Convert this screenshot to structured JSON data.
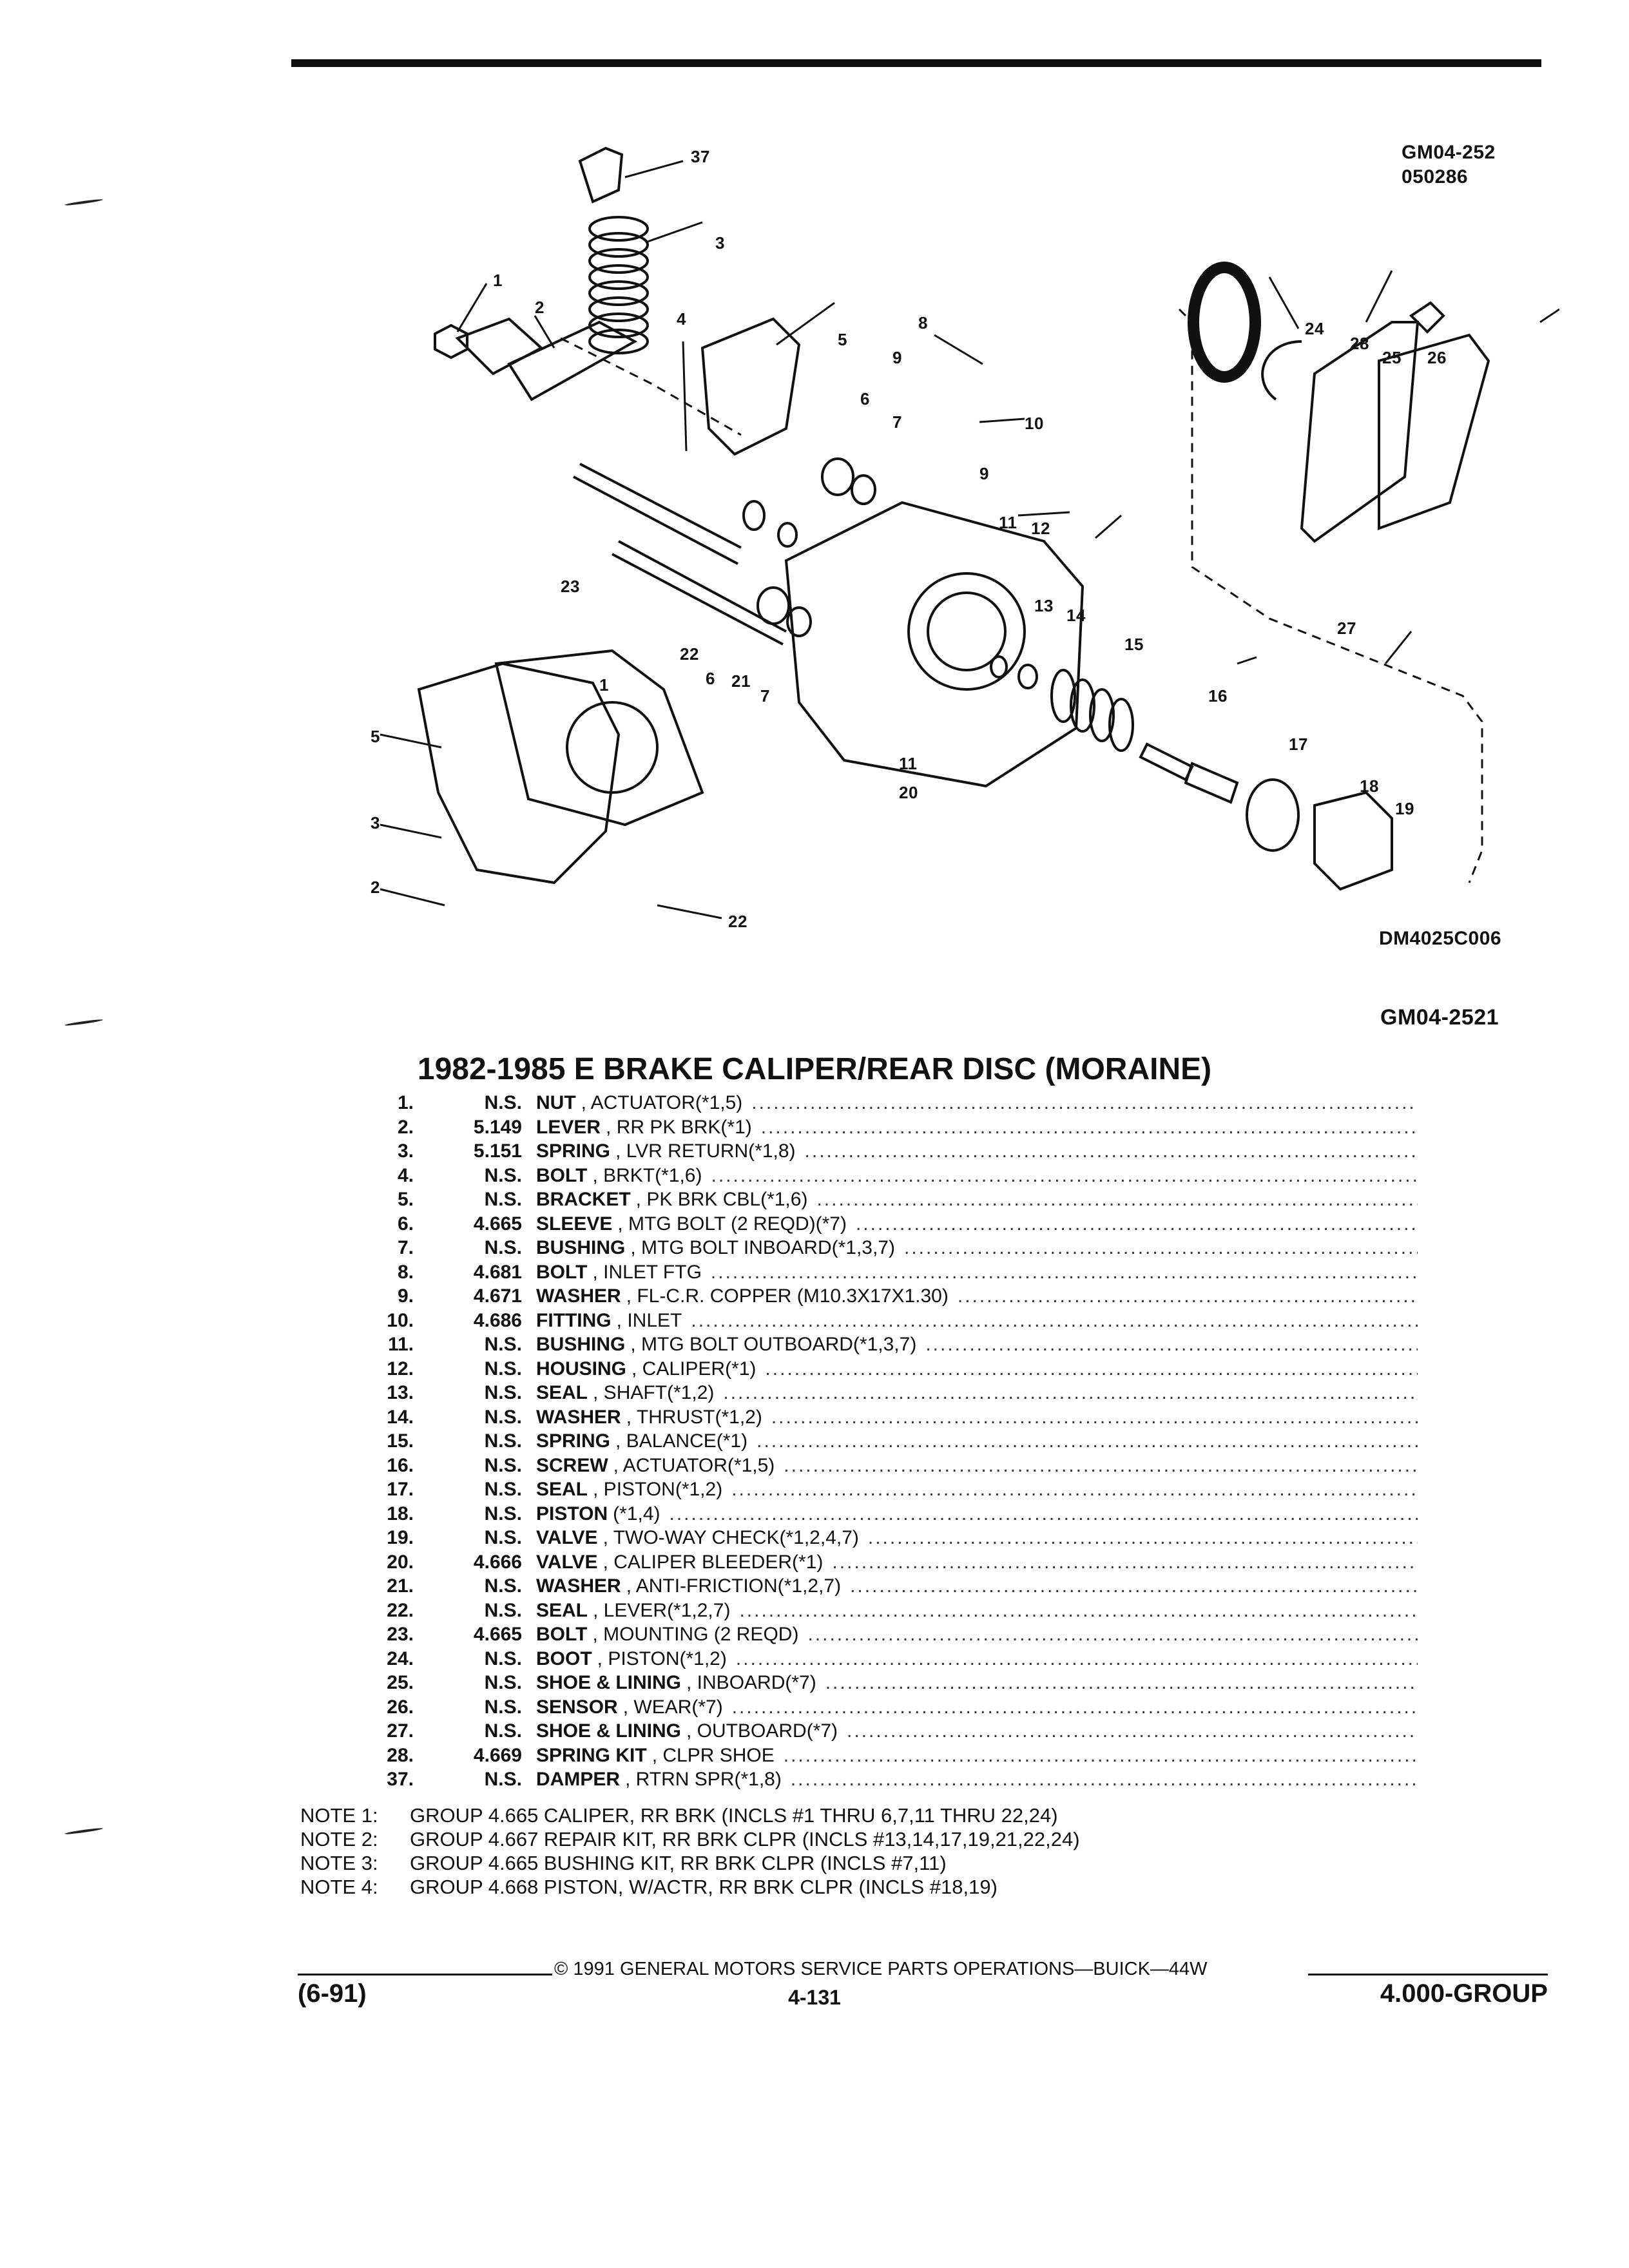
{
  "refs": {
    "diagram_id": "GM04-252",
    "diagram_date": "050286",
    "drawing_no": "DM4025C006",
    "page_ref": "GM04-2521"
  },
  "callouts": [
    "37",
    "3",
    "1",
    "2",
    "4",
    "5",
    "8",
    "9",
    "10",
    "6",
    "7",
    "9",
    "11",
    "12",
    "23",
    "22",
    "6",
    "21",
    "7",
    "13",
    "14",
    "15",
    "16",
    "11",
    "20",
    "24",
    "28",
    "25",
    "26",
    "27",
    "17",
    "18",
    "19",
    "5",
    "3",
    "2",
    "1",
    "22"
  ],
  "title": "1982-1985 E BRAKE CALIPER/REAR DISC (MORAINE)",
  "parts": [
    {
      "num": "1.",
      "group": "N.S.",
      "name": "NUT",
      "desc": ", ACTUATOR(*1,5)"
    },
    {
      "num": "2.",
      "group": "5.149",
      "name": "LEVER",
      "desc": ", RR PK BRK(*1)"
    },
    {
      "num": "3.",
      "group": "5.151",
      "name": "SPRING",
      "desc": ", LVR RETURN(*1,8)"
    },
    {
      "num": "4.",
      "group": "N.S.",
      "name": "BOLT",
      "desc": ", BRKT(*1,6)"
    },
    {
      "num": "5.",
      "group": "N.S.",
      "name": "BRACKET",
      "desc": ", PK BRK CBL(*1,6)"
    },
    {
      "num": "6.",
      "group": "4.665",
      "name": "SLEEVE",
      "desc": ", MTG BOLT (2 REQD)(*7)"
    },
    {
      "num": "7.",
      "group": "N.S.",
      "name": "BUSHING",
      "desc": ", MTG BOLT INBOARD(*1,3,7)"
    },
    {
      "num": "8.",
      "group": "4.681",
      "name": "BOLT",
      "desc": ", INLET FTG"
    },
    {
      "num": "9.",
      "group": "4.671",
      "name": "WASHER",
      "desc": ", FL-C.R. COPPER (M10.3X17X1.30)"
    },
    {
      "num": "10.",
      "group": "4.686",
      "name": "FITTING",
      "desc": ", INLET"
    },
    {
      "num": "11.",
      "group": "N.S.",
      "name": "BUSHING",
      "desc": ", MTG BOLT OUTBOARD(*1,3,7)"
    },
    {
      "num": "12.",
      "group": "N.S.",
      "name": "HOUSING",
      "desc": ", CALIPER(*1)"
    },
    {
      "num": "13.",
      "group": "N.S.",
      "name": "SEAL",
      "desc": ", SHAFT(*1,2)"
    },
    {
      "num": "14.",
      "group": "N.S.",
      "name": "WASHER",
      "desc": ", THRUST(*1,2)"
    },
    {
      "num": "15.",
      "group": "N.S.",
      "name": "SPRING",
      "desc": ", BALANCE(*1)"
    },
    {
      "num": "16.",
      "group": "N.S.",
      "name": "SCREW",
      "desc": ", ACTUATOR(*1,5)"
    },
    {
      "num": "17.",
      "group": "N.S.",
      "name": "SEAL",
      "desc": ", PISTON(*1,2)"
    },
    {
      "num": "18.",
      "group": "N.S.",
      "name": "PISTON",
      "desc": "(*1,4)"
    },
    {
      "num": "19.",
      "group": "N.S.",
      "name": "VALVE",
      "desc": ", TWO-WAY CHECK(*1,2,4,7)"
    },
    {
      "num": "20.",
      "group": "4.666",
      "name": "VALVE",
      "desc": ", CALIPER BLEEDER(*1)"
    },
    {
      "num": "21.",
      "group": "N.S.",
      "name": "WASHER",
      "desc": ", ANTI-FRICTION(*1,2,7)"
    },
    {
      "num": "22.",
      "group": "N.S.",
      "name": "SEAL",
      "desc": ", LEVER(*1,2,7)"
    },
    {
      "num": "23.",
      "group": "4.665",
      "name": "BOLT",
      "desc": ", MOUNTING (2 REQD)"
    },
    {
      "num": "24.",
      "group": "N.S.",
      "name": "BOOT",
      "desc": ", PISTON(*1,2)"
    },
    {
      "num": "25.",
      "group": "N.S.",
      "name": "SHOE & LINING",
      "desc": ", INBOARD(*7)"
    },
    {
      "num": "26.",
      "group": "N.S.",
      "name": "SENSOR",
      "desc": ", WEAR(*7)"
    },
    {
      "num": "27.",
      "group": "N.S.",
      "name": "SHOE & LINING",
      "desc": ", OUTBOARD(*7)"
    },
    {
      "num": "28.",
      "group": "4.669",
      "name": "SPRING KIT",
      "desc": ", CLPR SHOE"
    },
    {
      "num": "37.",
      "group": "N.S.",
      "name": "DAMPER",
      "desc": ", RTRN SPR(*1,8)"
    }
  ],
  "notes": [
    {
      "label": "NOTE 1:",
      "text": "GROUP 4.665 CALIPER, RR BRK (INCLS #1 THRU 6,7,11 THRU 22,24)"
    },
    {
      "label": "NOTE 2:",
      "text": "GROUP 4.667 REPAIR KIT, RR BRK CLPR (INCLS #13,14,17,19,21,22,24)"
    },
    {
      "label": "NOTE 3:",
      "text": "GROUP 4.665 BUSHING KIT, RR BRK CLPR (INCLS #7,11)"
    },
    {
      "label": "NOTE 4:",
      "text": "GROUP 4.668 PISTON, W/ACTR, RR BRK CLPR (INCLS #18,19)"
    }
  ],
  "footer": {
    "copyright": "© 1991 GENERAL MOTORS SERVICE PARTS OPERATIONS—BUICK—44W",
    "date": "(6-91)",
    "page": "4-131",
    "group": "4.000-GROUP"
  }
}
